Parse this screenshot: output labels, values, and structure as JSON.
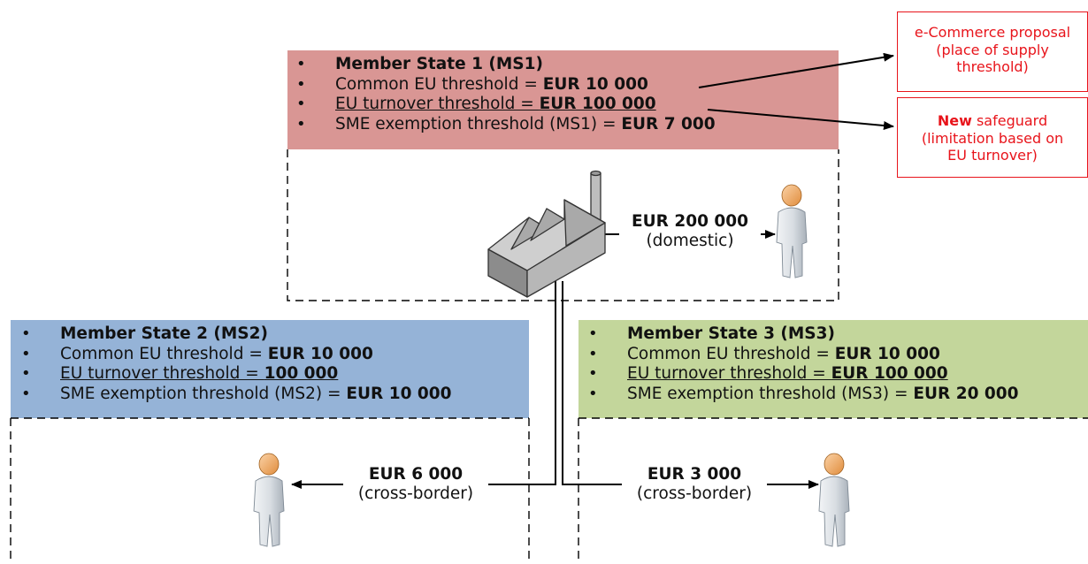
{
  "colors": {
    "ms1_fill": "#d99694",
    "ms2_fill": "#95b3d7",
    "ms3_fill": "#c3d69b",
    "callout_red": "#e8141b"
  },
  "ms1": {
    "title": "Member State 1 (MS1)",
    "common_label": "Common EU threshold = ",
    "common_value": "EUR 10 000",
    "turnover_label": "EU turnover threshold = ",
    "turnover_value": "EUR 100 000",
    "sme_label": "SME exemption threshold (MS1) = ",
    "sme_value": "EUR 7 000"
  },
  "ms2": {
    "title": "Member State 2 (MS2)",
    "common_label": "Common EU threshold = ",
    "common_value": "EUR 10 000",
    "turnover_label": "EU turnover threshold = ",
    "turnover_value": "100 000",
    "sme_label": "SME exemption threshold (MS2) = ",
    "sme_value": "EUR 10 000"
  },
  "ms3": {
    "title": "Member State 3 (MS3)",
    "common_label": "Common EU threshold = ",
    "common_value": "EUR 10 000",
    "turnover_label": "EU turnover threshold = ",
    "turnover_value": "EUR 100 000",
    "sme_label": "SME exemption threshold (MS3) = ",
    "sme_value": "EUR 20 000"
  },
  "callouts": {
    "ecommerce": {
      "line1": "e-Commerce proposal",
      "line2": "(place of supply",
      "line3": "threshold)"
    },
    "safeguard": {
      "new_word": "New",
      "line1_rest": " safeguard",
      "line2": "(limitation based on",
      "line3": "EU turnover)"
    }
  },
  "flows": {
    "domestic": {
      "amount": "EUR 200 000",
      "note": "(domestic)"
    },
    "to_ms2": {
      "amount": "EUR 6 000",
      "note": "(cross-border)"
    },
    "to_ms3": {
      "amount": "EUR 3 000",
      "note": "(cross-border)"
    }
  },
  "icons": {
    "factory": "factory-icon",
    "customer": "person-icon"
  }
}
